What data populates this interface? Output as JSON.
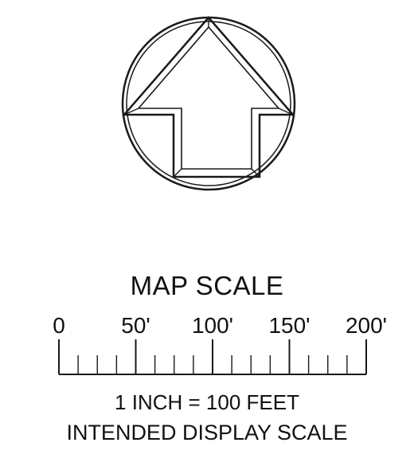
{
  "north_arrow": {
    "icon": "north-arrow-icon",
    "stroke_color": "#1a1a1a"
  },
  "map_scale": {
    "title": "MAP SCALE",
    "labels": [
      "0",
      "50'",
      "100'",
      "150'",
      "200'"
    ],
    "major_tick_values": [
      0,
      50,
      100,
      150,
      200
    ],
    "minor_tick_interval": 12.5,
    "max_value": 200,
    "ratio_text": "1 INCH = 100 FEET",
    "note": "INTENDED DISPLAY SCALE"
  }
}
